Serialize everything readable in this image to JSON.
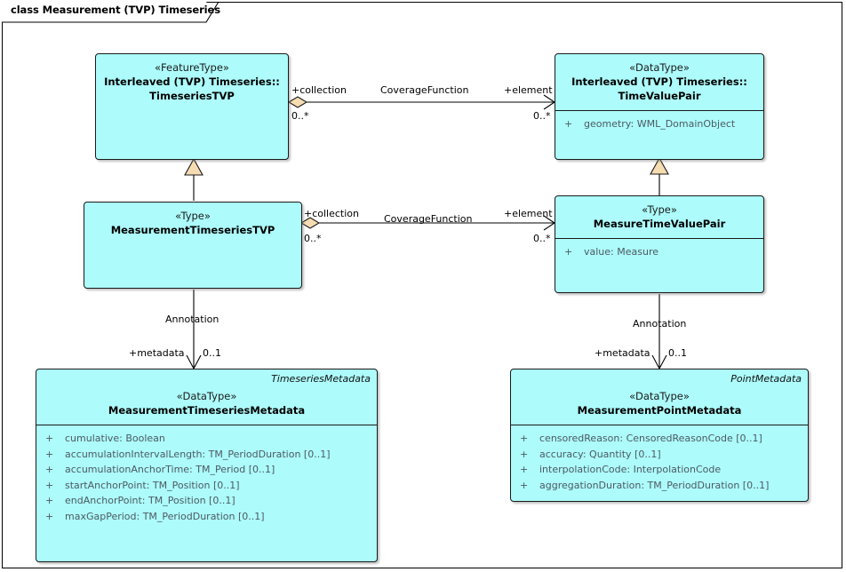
{
  "diagram": {
    "title": "class Measurement (TVP) Timeseries",
    "accent_fill": "#adfbfb",
    "connector_fill": "#f6dcb2",
    "border_color": "#1a1a1a"
  },
  "classes": {
    "timeseries_tvp": {
      "stereotype": "«FeatureType»",
      "name_line1": "Interleaved (TVP) Timeseries::",
      "name_line2": "TimeseriesTVP"
    },
    "time_value_pair": {
      "stereotype": "«DataType»",
      "name_line1": "Interleaved (TVP) Timeseries::",
      "name_line2": "TimeValuePair",
      "attributes": [
        {
          "visibility": "+",
          "text": "geometry: WML_DomainObject"
        }
      ]
    },
    "measurement_timeseries_tvp": {
      "stereotype": "«Type»",
      "name_line1": "MeasurementTimeseriesTVP"
    },
    "measure_time_value_pair": {
      "stereotype": "«Type»",
      "name_line1": "MeasureTimeValuePair",
      "attributes": [
        {
          "visibility": "+",
          "text": "value: Measure"
        }
      ]
    },
    "measurement_timeseries_metadata": {
      "owner": "TimeseriesMetadata",
      "stereotype": "«DataType»",
      "name_line1": "MeasurementTimeseriesMetadata",
      "attributes": [
        {
          "visibility": "+",
          "text": "cumulative: Boolean"
        },
        {
          "visibility": "+",
          "text": "accumulationIntervalLength: TM_PeriodDuration [0..1]"
        },
        {
          "visibility": "+",
          "text": "accumulationAnchorTime: TM_Period [0..1]"
        },
        {
          "visibility": "+",
          "text": "startAnchorPoint: TM_Position [0..1]"
        },
        {
          "visibility": "+",
          "text": "endAnchorPoint: TM_Position [0..1]"
        },
        {
          "visibility": "+",
          "text": "maxGapPeriod: TM_PeriodDuration [0..1]"
        }
      ]
    },
    "measurement_point_metadata": {
      "owner": "PointMetadata",
      "stereotype": "«DataType»",
      "name_line1": "MeasurementPointMetadata",
      "attributes": [
        {
          "visibility": "+",
          "text": "censoredReason: CensoredReasonCode [0..1]"
        },
        {
          "visibility": "+",
          "text": "accuracy: Quantity [0..1]"
        },
        {
          "visibility": "+",
          "text": "interpolationCode: InterpolationCode"
        },
        {
          "visibility": "+",
          "text": "aggregationDuration: TM_PeriodDuration [0..1]"
        }
      ]
    }
  },
  "connectors": {
    "coverage_top": {
      "name": "CoverageFunction",
      "source_role": "+collection",
      "source_mult": "0..*",
      "target_role": "+element",
      "target_mult": "0..*"
    },
    "coverage_mid": {
      "name": "CoverageFunction",
      "source_role": "+collection",
      "source_mult": "0..*",
      "target_role": "+element",
      "target_mult": "0..*"
    },
    "annotation_left": {
      "name": "Annotation",
      "target_role": "+metadata",
      "target_mult": "0..1"
    },
    "annotation_right": {
      "name": "Annotation",
      "target_role": "+metadata",
      "target_mult": "0..1"
    }
  }
}
